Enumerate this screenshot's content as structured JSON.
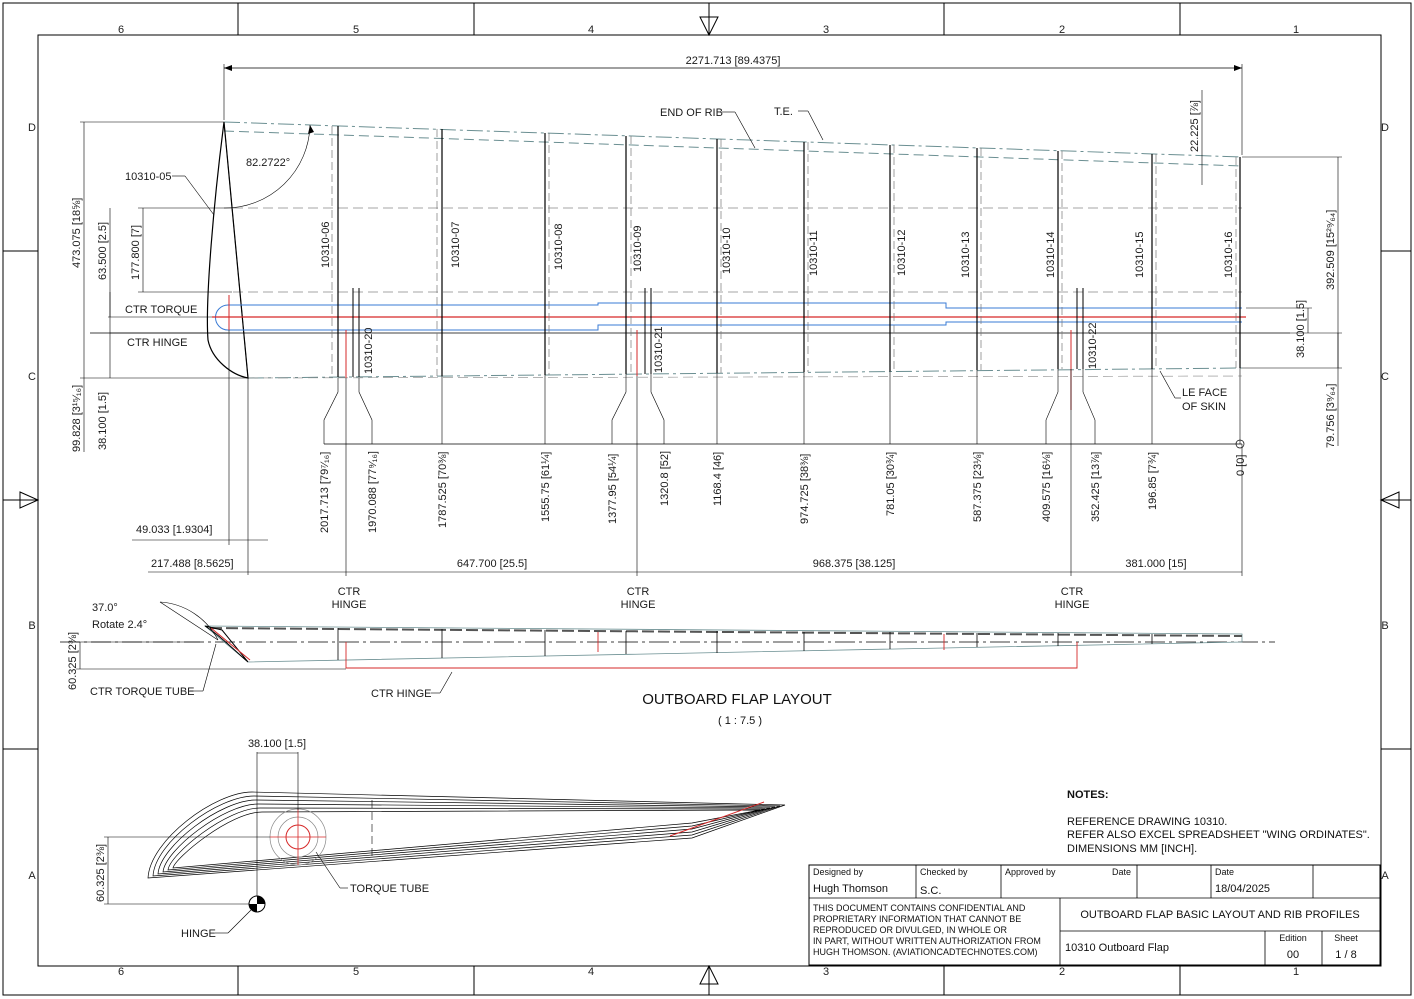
{
  "zones": {
    "top": [
      "6",
      "5",
      "4",
      "3",
      "2",
      "1"
    ],
    "bottom": [
      "6",
      "5",
      "4",
      "3",
      "2",
      "1"
    ],
    "left": [
      "D",
      "C",
      "B",
      "A"
    ],
    "right": [
      "D",
      "C",
      "B",
      "A"
    ]
  },
  "plan": {
    "overall_span": "2271.713 [89.4375]",
    "angle": "82.2722°",
    "labels": {
      "end_of_rib": "END OF RIB",
      "te": "T.E.",
      "ctr_torque": "CTR TORQUE",
      "ctr_hinge": "CTR HINGE",
      "le_face_1": "LE FACE",
      "le_face_2": "OF SKIN",
      "part_root": "10310-05"
    },
    "left_dims": {
      "d473": "473.075 [18⅝]",
      "d63": "63.500 [2.5]",
      "d177": "177.800 [7]",
      "d99": "99.828 [3¹⁵⁄₁₆]",
      "d38": "38.100 [1.5]"
    },
    "right_dims": {
      "d22": "22.225 [⅞]",
      "d392": "392.509 [15²⁹⁄₆₄]",
      "d38": "38.100 [1.5]",
      "d79": "79.756 [3⁹⁄₆₄]"
    },
    "ribs": [
      "10310-06",
      "10310-07",
      "10310-08",
      "10310-09",
      "10310-10",
      "10310-11",
      "10310-12",
      "10310-13",
      "10310-14",
      "10310-15",
      "10310-16"
    ],
    "hinge_brackets": [
      "10310-20",
      "10310-21",
      "10310-22"
    ],
    "stations": [
      "2017.713 [79⁷⁄₁₆]",
      "1970.088 [77⁹⁄₁₆]",
      "1787.525 [70⅜]",
      "1555.75 [61¼]",
      "1377.95 [54¼]",
      "1320.8 [52]",
      "1168.4 [46]",
      "974.725 [38⅜]",
      "781.05 [30¾]",
      "587.375 [23⅛]",
      "409.575 [16⅛]",
      "352.425 [13⅞]",
      "196.85 [7¾]",
      "0 [0]"
    ],
    "offset_49": "49.033 [1.9304]",
    "offset_217": "217.488 [8.5625]",
    "hinge_spacing": [
      "647.700 [25.5]",
      "968.375 [38.125]",
      "381.000 [15]"
    ],
    "ctr_hinge_a": "CTR",
    "ctr_hinge_b": "HINGE"
  },
  "section": {
    "angle": "37.0°",
    "rotate": "Rotate 2.4°",
    "height": "60.325 [2⅜]",
    "torque_tube": "CTR TORQUE TUBE",
    "ctr_hinge": "CTR HINGE"
  },
  "layout_title": "OUTBOARD FLAP LAYOUT",
  "layout_scale": "( 1 : 7.5 )",
  "profile": {
    "dim_38": "38.100 [1.5]",
    "dim_60": "60.325 [2⅜]",
    "torque_tube": "TORQUE TUBE",
    "hinge": "HINGE"
  },
  "notes": {
    "heading": "NOTES:",
    "lines": [
      "REFERENCE DRAWING 10310.",
      "REFER ALSO EXCEL SPREADSHEET \"WING ORDINATES\".",
      "DIMENSIONS MM [INCH]."
    ]
  },
  "title_block": {
    "designed_by_label": "Designed by",
    "designed_by": "Hugh Thomson",
    "checked_by_label": "Checked by",
    "checked_by": "S.C.",
    "approved_by_label": "Approved by",
    "date_label_1": "Date",
    "date_label_2": "Date",
    "date": "18/04/2025",
    "confidential": [
      "THIS DOCUMENT CONTAINS CONFIDENTIAL AND",
      "PROPRIETARY INFORMATION THAT CANNOT BE",
      "REPRODUCED OR DIVULGED, IN WHOLE OR",
      "IN PART, WITHOUT WRITTEN AUTHORIZATION FROM",
      "HUGH THOMSON. (AVIATIONCADTECHNOTES.COM)"
    ],
    "drawing_title": "OUTBOARD FLAP BASIC LAYOUT AND RIB PROFILES",
    "drawing_number": "10310 Outboard Flap",
    "edition_label": "Edition",
    "edition": "00",
    "sheet_label": "Sheet",
    "sheet": "1 / 8"
  },
  "colors": {
    "outline": "#000000",
    "skin": "#6b8f92",
    "torque_line": "#3a7bd5",
    "hinge_line": "#d62828",
    "dim": "#000000"
  }
}
